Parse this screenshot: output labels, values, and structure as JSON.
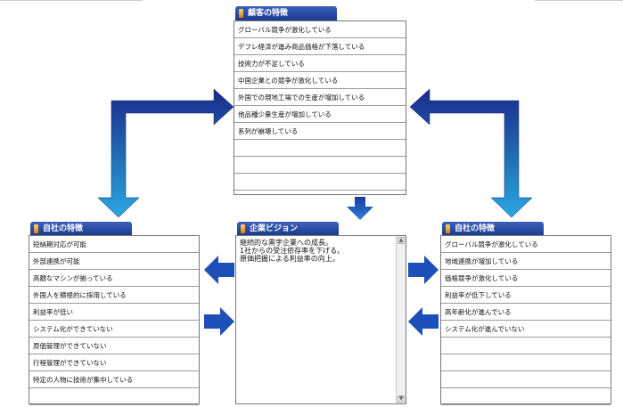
{
  "customer": {
    "title": "顧客の特徴",
    "items": [
      "グローバル競争が激化している",
      "デフレ経済が進み商品価格が下落している",
      "技術力が不足している",
      "中国企業との競争が激化している",
      "外国での現地工場での生産が増加している",
      "他品種少量生産が増加している",
      "系列が崩壊している",
      "",
      "",
      ""
    ]
  },
  "own_left": {
    "title": "自社の特徴",
    "items": [
      "短納期対応が可能",
      "外部連携が可能",
      "高額なマシンが揃っている",
      "外国人を積極的に採用している",
      "利益率が低い",
      "システム化ができていない",
      "原価管理ができていない",
      "行程管理ができていない",
      "特定の人物に技術が集中している",
      ""
    ]
  },
  "vision": {
    "title": "企業ビジョン",
    "lines": [
      "継続的な黒字企業への成長。",
      "1社からの受注依存率を下げる。",
      "原価把握による利益率の向上。"
    ]
  },
  "own_right": {
    "title": "自社の特徴",
    "items": [
      "グローバル競争が激化している",
      "地域連携が増加している",
      "価格競争が激化している",
      "利益率が低下している",
      "高年齢化が進んでいる",
      "システム化が進んでいない",
      "",
      "",
      "",
      ""
    ]
  },
  "colors": {
    "arrow_dark": "#1a2a8a",
    "arrow_light": "#29a8e0",
    "tab": "#1b3a8f"
  }
}
